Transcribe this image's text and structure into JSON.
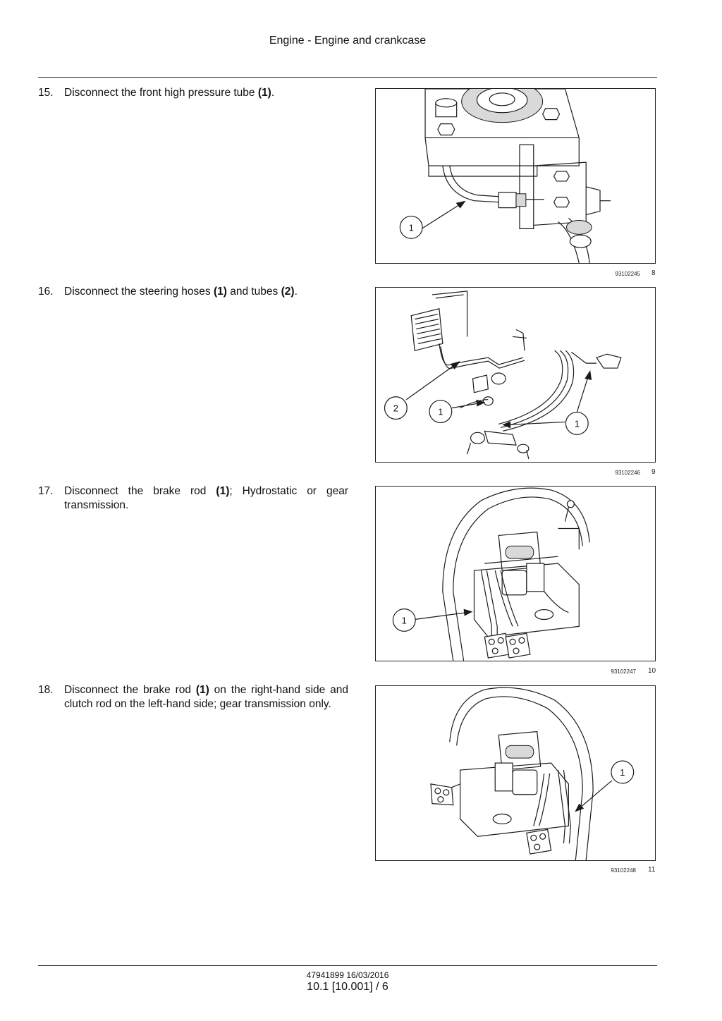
{
  "header": {
    "title": "Engine - Engine and crankcase"
  },
  "steps": [
    {
      "number": "15.",
      "text_pre": "Disconnect the front high pressure tube ",
      "b1": "(1)",
      "text_mid": ".",
      "b2": "",
      "text_post": ""
    },
    {
      "number": "16.",
      "text_pre": "Disconnect the steering hoses ",
      "b1": "(1)",
      "text_mid": " and tubes ",
      "b2": "(2)",
      "text_post": "."
    },
    {
      "number": "17.",
      "text_pre": "Disconnect the brake rod ",
      "b1": "(1)",
      "text_mid": "; Hydrostatic or gear transmission.",
      "b2": "",
      "text_post": ""
    },
    {
      "number": "18.",
      "text_pre": "Disconnect the brake rod ",
      "b1": "(1)",
      "text_mid": " on the right-hand side and clutch rod on the left-hand side; gear transmission only.",
      "b2": "",
      "text_post": ""
    }
  ],
  "figures": [
    {
      "code": "93102245",
      "number": "8",
      "callouts": [
        "1"
      ]
    },
    {
      "code": "93102246",
      "number": "9",
      "callouts": [
        "2",
        "1",
        "1"
      ]
    },
    {
      "code": "93102247",
      "number": "10",
      "callouts": [
        "1"
      ]
    },
    {
      "code": "93102248",
      "number": "11",
      "callouts": [
        "1"
      ]
    }
  ],
  "footer": {
    "doc_ref": "47941899 16/03/2016",
    "page_ref": "10.1 [10.001] / 6"
  }
}
